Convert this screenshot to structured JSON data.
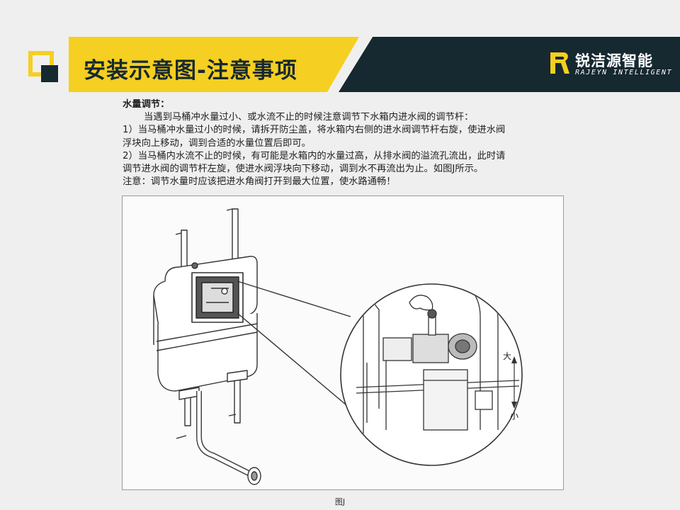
{
  "header": {
    "title": "安装示意图-注意事项",
    "brand_name": "锐洁源智能",
    "brand_subtitle": "RAJEYN INTELLIGENT",
    "accent_color": "#f5cf21",
    "dark_color": "#162830"
  },
  "content": {
    "heading": "水量调节：",
    "intro": "当遇到马桶冲水量过小、或水流不止的时候注意调节下水箱内进水阀的调节杆：",
    "item1_line1": "1）当马桶冲水量过小的时候，请拆开防尘盖，将水箱内右侧的进水阀调节杆右旋，使进水阀",
    "item1_line2": "浮块向上移动，调到合适的水量位置后即可。",
    "item2_line1": "2）当马桶内水流不止的时候，有可能是水箱内的水量过高，从排水阀的溢流孔流出，此时请",
    "item2_line2": "调节进水阀的调节杆左旋，使进水阀浮块向下移动，调到水不再流出为止。如图J所示。",
    "note": "注意：调节水量时应该把进水角阀打开到最大位置，使水路通畅！"
  },
  "figure": {
    "label_up": "大",
    "label_down": "小",
    "caption": "图J"
  },
  "icons": {
    "logo": "brand-r-icon"
  }
}
